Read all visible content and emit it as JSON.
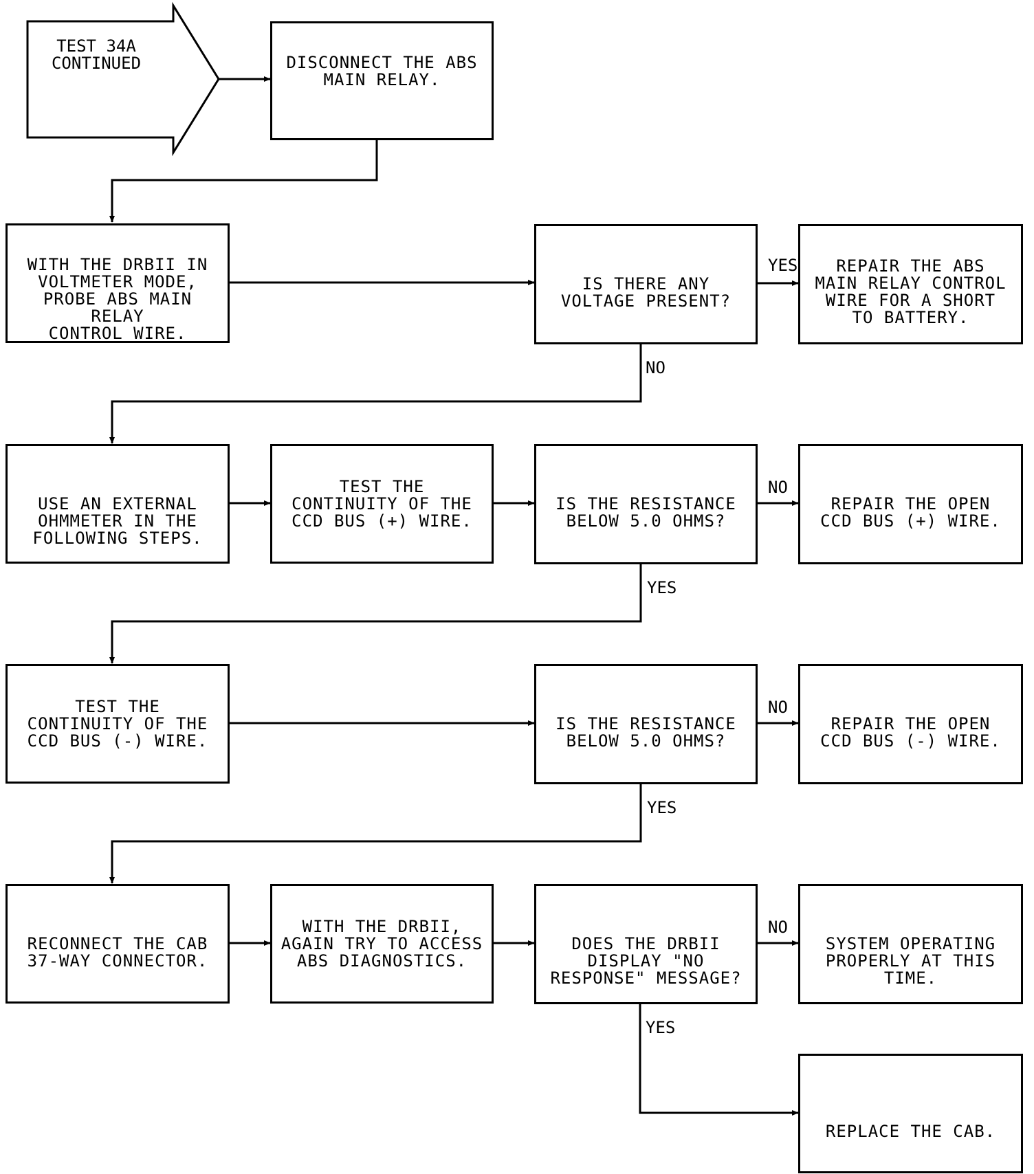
{
  "start": {
    "text": "TEST 34A\nCONTINUED"
  },
  "boxes": {
    "disconnect_relay": "DISCONNECT THE ABS\nMAIN RELAY.",
    "probe_control_wire": "WITH THE DRBII IN\nVOLTMETER MODE,\nPROBE ABS MAIN RELAY\nCONTROL WIRE.",
    "voltage_question": "IS THERE ANY\nVOLTAGE PRESENT?",
    "repair_short": "REPAIR THE ABS\nMAIN RELAY CONTROL\nWIRE FOR A SHORT\nTO BATTERY.",
    "use_ohmmeter": "USE AN EXTERNAL\nOHMMETER IN THE\nFOLLOWING STEPS.",
    "test_plus_wire": "TEST THE\nCONTINUITY OF THE\nCCD BUS (+) WIRE.",
    "resistance_question_1": "IS THE RESISTANCE\nBELOW 5.0 OHMS?",
    "repair_plus_wire": "REPAIR THE OPEN\nCCD BUS (+) WIRE.",
    "test_minus_wire": "TEST THE\nCONTINUITY OF THE\nCCD BUS (-) WIRE.",
    "resistance_question_2": "IS THE RESISTANCE\nBELOW 5.0 OHMS?",
    "repair_minus_wire": "REPAIR THE OPEN\nCCD BUS (-) WIRE.",
    "reconnect_cab": "RECONNECT THE CAB\n37-WAY CONNECTOR.",
    "access_diagnostics": "WITH THE DRBII,\nAGAIN TRY TO ACCESS\nABS DIAGNOSTICS.",
    "no_response_question": "DOES THE DRBII\nDISPLAY \"NO\nRESPONSE\" MESSAGE?",
    "system_ok": "SYSTEM OPERATING\nPROPERLY AT THIS\nTIME.",
    "replace_cab": "REPLACE THE CAB."
  },
  "labels": {
    "yes_voltage": "YES",
    "no_voltage": "NO",
    "no_resistance_1": "NO",
    "yes_resistance_1": "YES",
    "no_resistance_2": "NO",
    "yes_resistance_2": "YES",
    "no_no_response": "NO",
    "yes_no_response": "YES"
  }
}
